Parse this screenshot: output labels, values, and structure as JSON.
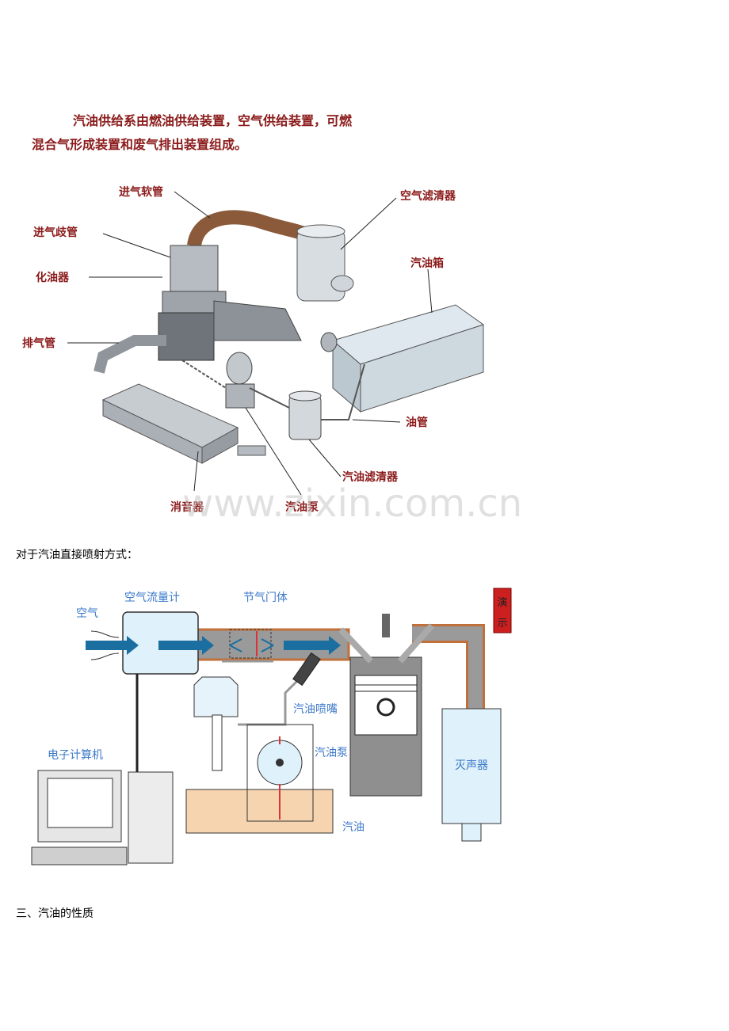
{
  "figure1": {
    "caption_line1": "汽油供给系由燃油供给装置，空气供给装置，可燃",
    "caption_line2": "混合气形成装置和废气排出装置组成。",
    "labels": {
      "intake_hose": "进气软管",
      "air_filter": "空气滤清器",
      "intake_manifold": "进气歧管",
      "carburetor": "化油器",
      "fuel_tank": "汽油箱",
      "exhaust_pipe": "排气管",
      "fuel_line": "油管",
      "fuel_filter": "汽油滤清器",
      "muffler": "消音器",
      "fuel_pump": "汽油泵"
    },
    "watermark": "www.zixin.com.cn"
  },
  "paragraph1": "对于汽油直接喷射方式：",
  "figure2": {
    "labels": {
      "air": "空气",
      "air_flow_meter": "空气流量计",
      "throttle_body": "节气门体",
      "injector": "汽油喷嘴",
      "fuel_pump": "汽油泵",
      "computer": "电子计算机",
      "gasoline": "汽油",
      "muffler": "灭声器",
      "demo_badge_top": "演",
      "demo_badge_bottom": "示"
    }
  },
  "heading3": "三、汽油的性质"
}
